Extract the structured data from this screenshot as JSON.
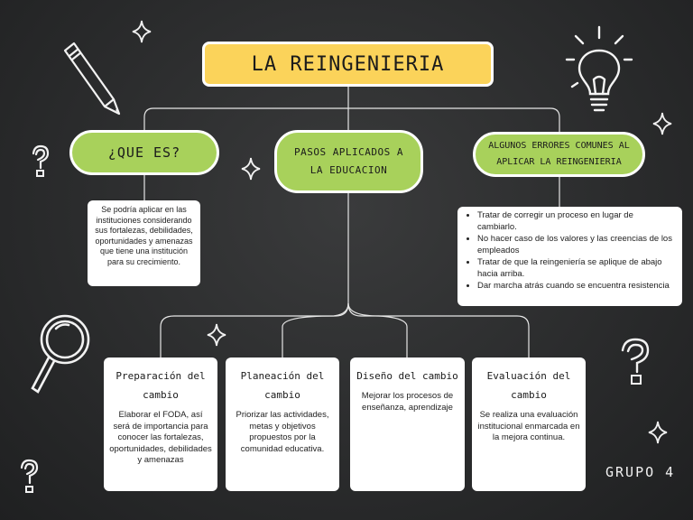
{
  "title": "LA REINGENIERIA",
  "branches": {
    "que_es": {
      "label": "¿QUE ES?",
      "text": "Se podría aplicar en las instituciones considerando sus fortalezas, debilidades, oportunidades y amenazas que tiene una institución para su crecimiento."
    },
    "pasos": {
      "label": "PASOS APLICADOS A LA EDUCACION"
    },
    "errores": {
      "label": "ALGUNOS ERRORES COMUNES AL APLICAR LA REINGENIERIA",
      "items": [
        "Tratar de corregir un proceso en lugar de cambiarlo.",
        "No hacer caso de los valores y las creencias de los empleados",
        "Tratar de que la reingeniería se aplique de abajo hacia arriba.",
        "Dar marcha atrás cuando se encuentra resistencia"
      ]
    }
  },
  "steps": [
    {
      "title": "Preparación del cambio",
      "text": "Elaborar el FODA, así será de importancia para conocer las fortalezas, oportunidades, debilidades y amenazas"
    },
    {
      "title": "Planeación del cambio",
      "text": "Priorizar las actividades, metas y objetivos propuestos por la comunidad educativa."
    },
    {
      "title": "Diseño del cambio",
      "text": "Mejorar los procesos de enseñanza, aprendizaje"
    },
    {
      "title": "Evaluación del cambio",
      "text": "Se realiza una evaluación institucional enmarcada en la mejora continua."
    }
  ],
  "footer": "GRUPO 4",
  "colors": {
    "background": "#2b2c2d",
    "title_fill": "#fbd35a",
    "pill_fill": "#a8d15b",
    "card_fill": "#ffffff",
    "connector": "#e8e8e8"
  },
  "decorations": [
    "pencil-icon",
    "lightbulb-icon",
    "magnifier-icon",
    "question-mark-icon",
    "sparkle-icon"
  ]
}
